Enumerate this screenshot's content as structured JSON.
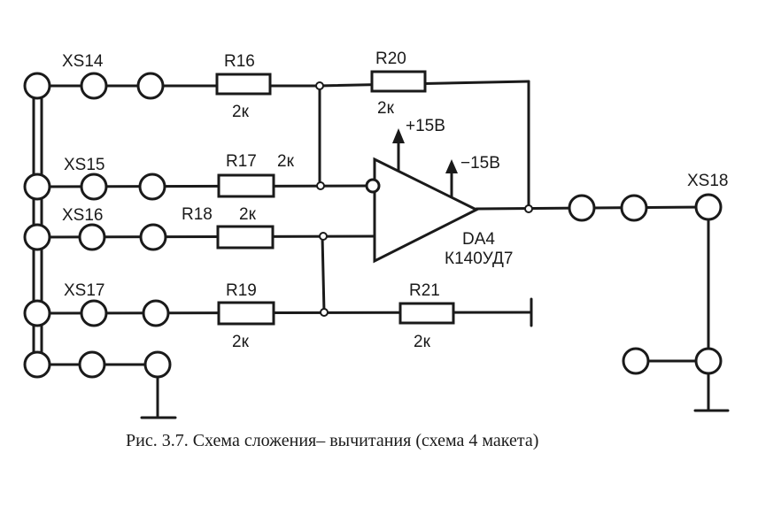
{
  "connectors": {
    "xs14": "XS14",
    "xs15": "XS15",
    "xs16": "XS16",
    "xs17": "XS17",
    "xs18": "XS18"
  },
  "resistors": {
    "r16": {
      "name": "R16",
      "value": "2к"
    },
    "r17": {
      "name": "R17",
      "value": "2к"
    },
    "r18": {
      "name": "R18",
      "value": "2к"
    },
    "r19": {
      "name": "R19",
      "value": "2к"
    },
    "r20": {
      "name": "R20",
      "value": "2к"
    },
    "r21": {
      "name": "R21",
      "value": "2к"
    }
  },
  "opamp": {
    "designator": "DA4",
    "part": "К140УД7",
    "vplus": "+15В",
    "vminus": "−15В"
  },
  "caption": "Рис. 3.7. Схема сложения–  вычитания  (схема 4 макета)"
}
